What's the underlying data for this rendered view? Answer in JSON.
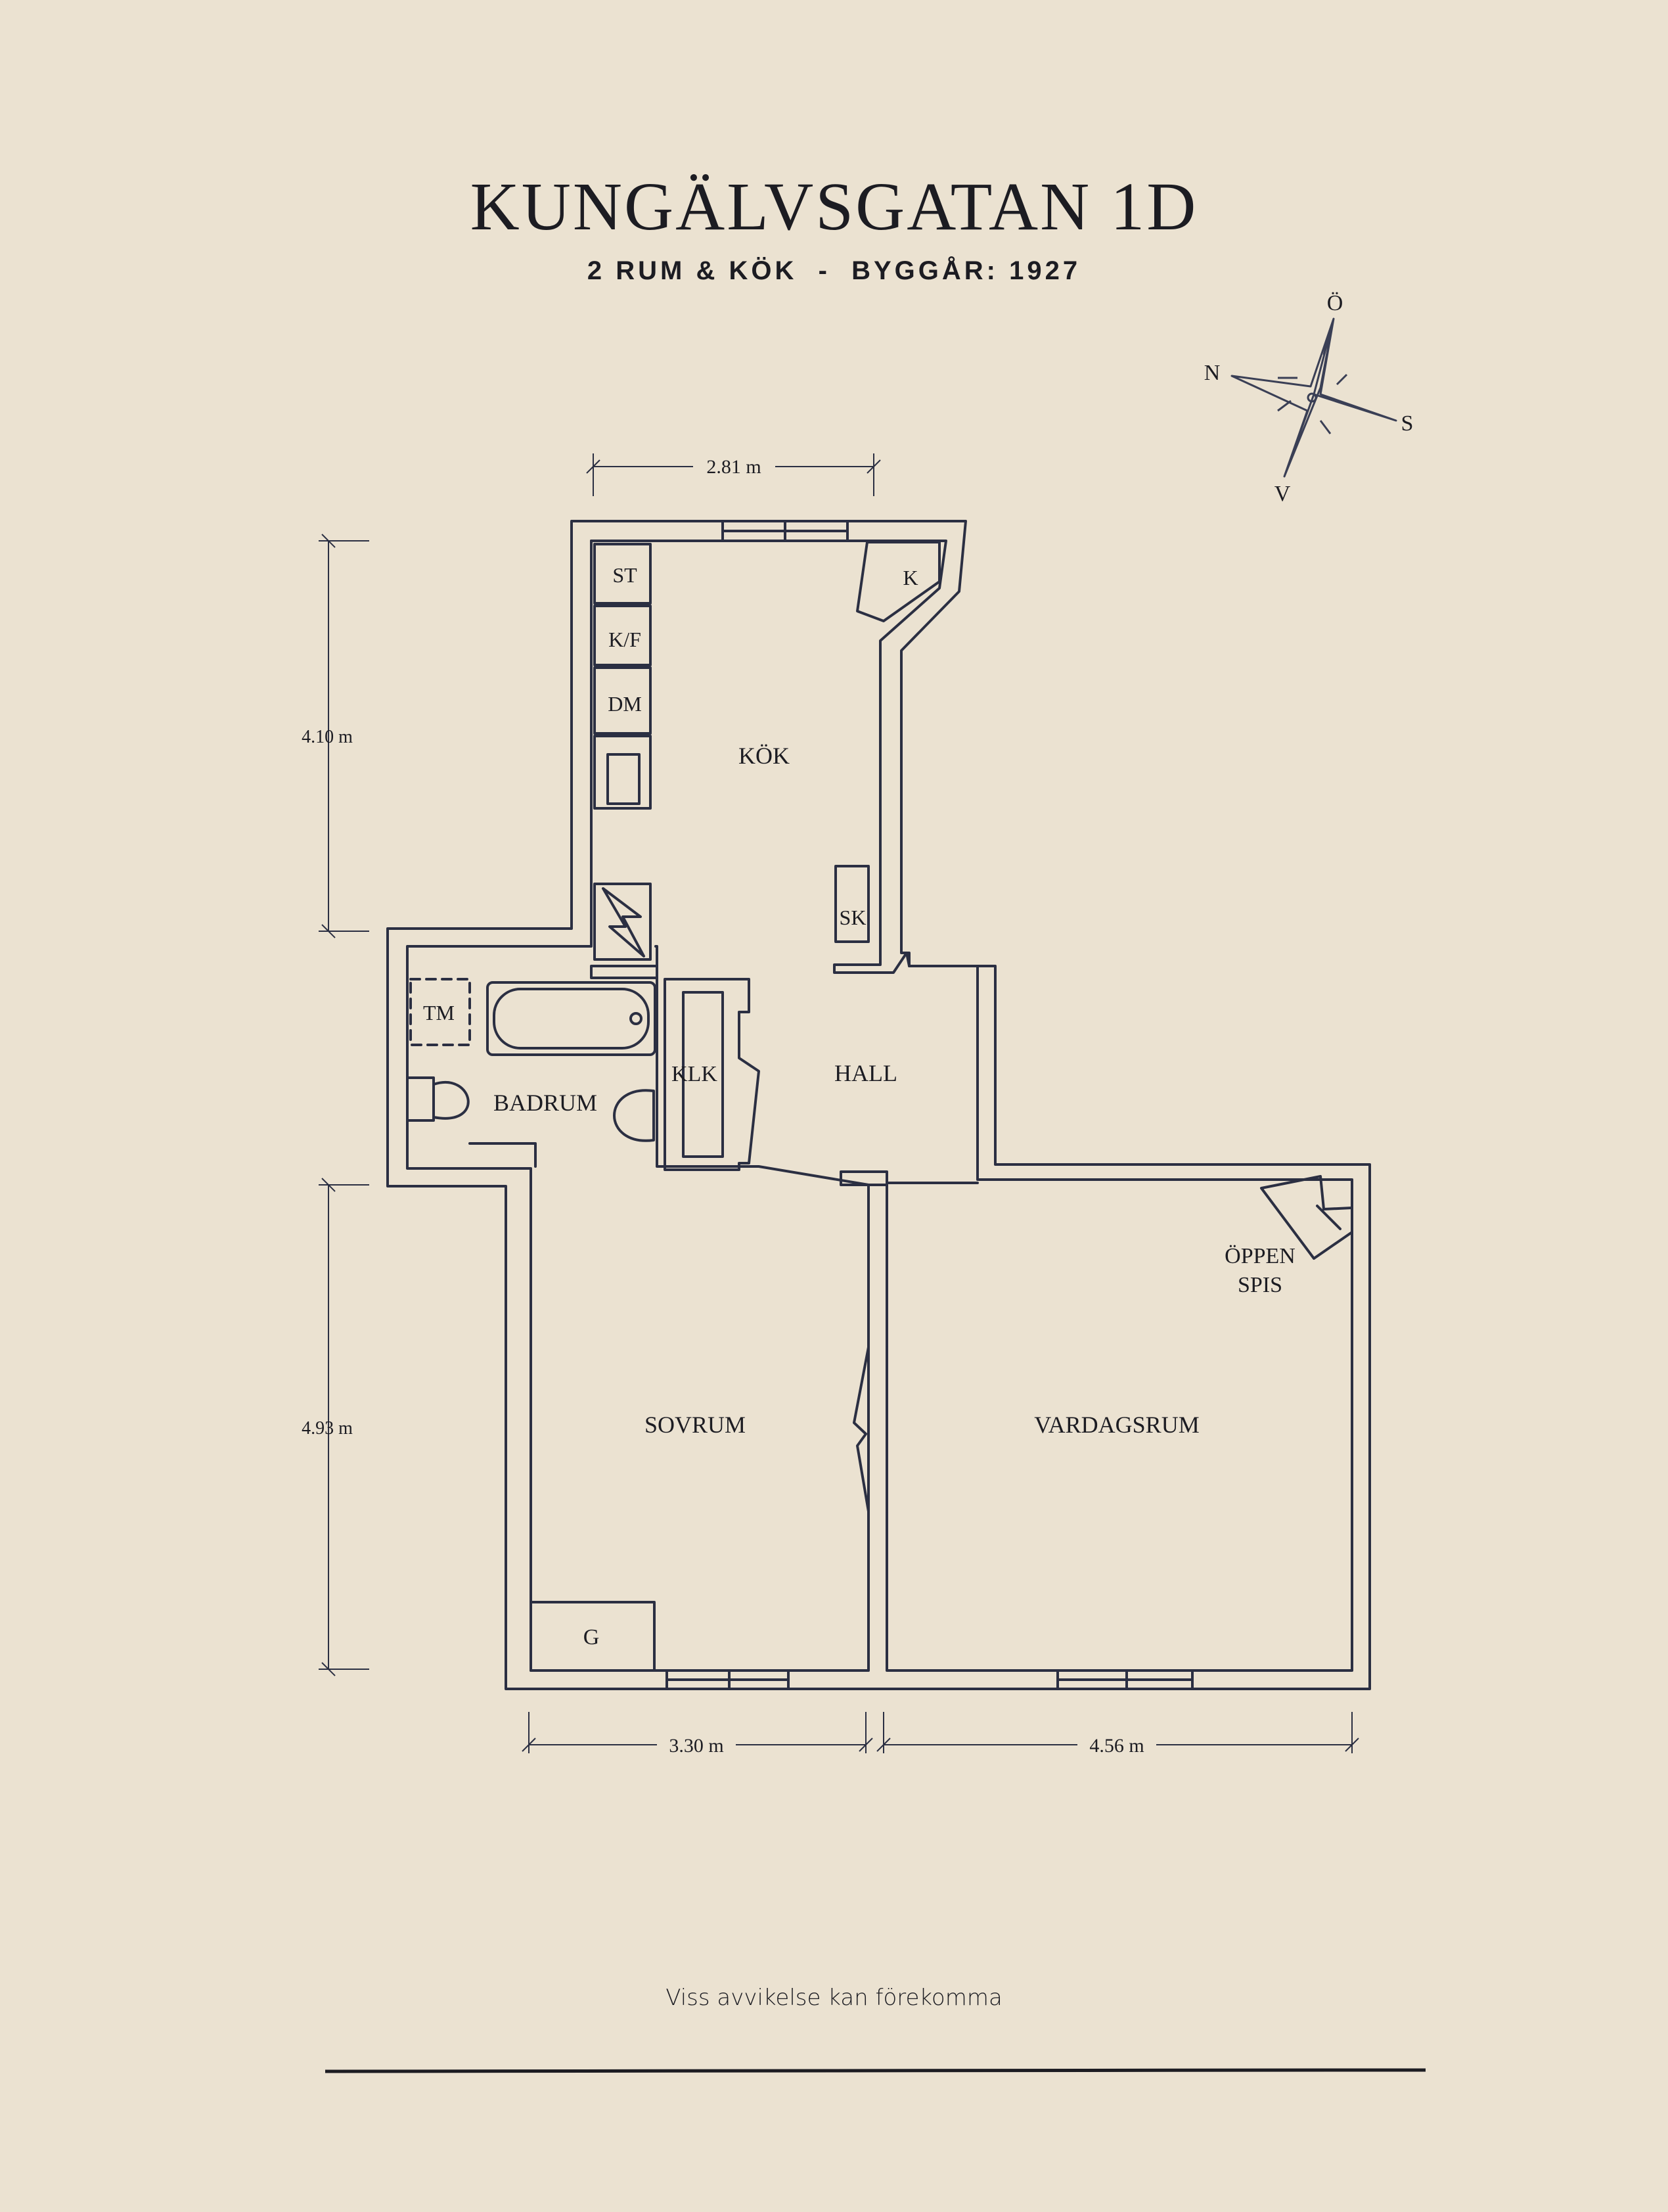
{
  "header": {
    "title": "KUNGÄLVSGATAN 1D",
    "subtitle": "2 RUM & KÖK  -  BYGGÅR: 1927"
  },
  "compass": {
    "north": "N",
    "east": "Ö",
    "south": "S",
    "west": "V"
  },
  "dimensions": {
    "top": "2.81 m",
    "left_upper": "4.10 m",
    "left_lower": "4.93 m",
    "bottom_left": "3.30 m",
    "bottom_right": "4.56 m"
  },
  "rooms": {
    "kok": "KÖK",
    "hall": "HALL",
    "badrum": "BADRUM",
    "klk": "KLK",
    "sovrum": "SOVRUM",
    "vardagsrum": "VARDAGSRUM",
    "oppen_spis_1": "ÖPPEN",
    "oppen_spis_2": "SPIS"
  },
  "fixtures": {
    "st": "ST",
    "kf": "K/F",
    "dm": "DM",
    "k": "K",
    "sk": "SK",
    "tm": "TM",
    "g": "G"
  },
  "footer": {
    "note": "Viss avvikelse kan förekomma"
  },
  "colors": {
    "background": "#ebe2d1",
    "ink": "#1c1c22",
    "line": "#2b2f42"
  }
}
